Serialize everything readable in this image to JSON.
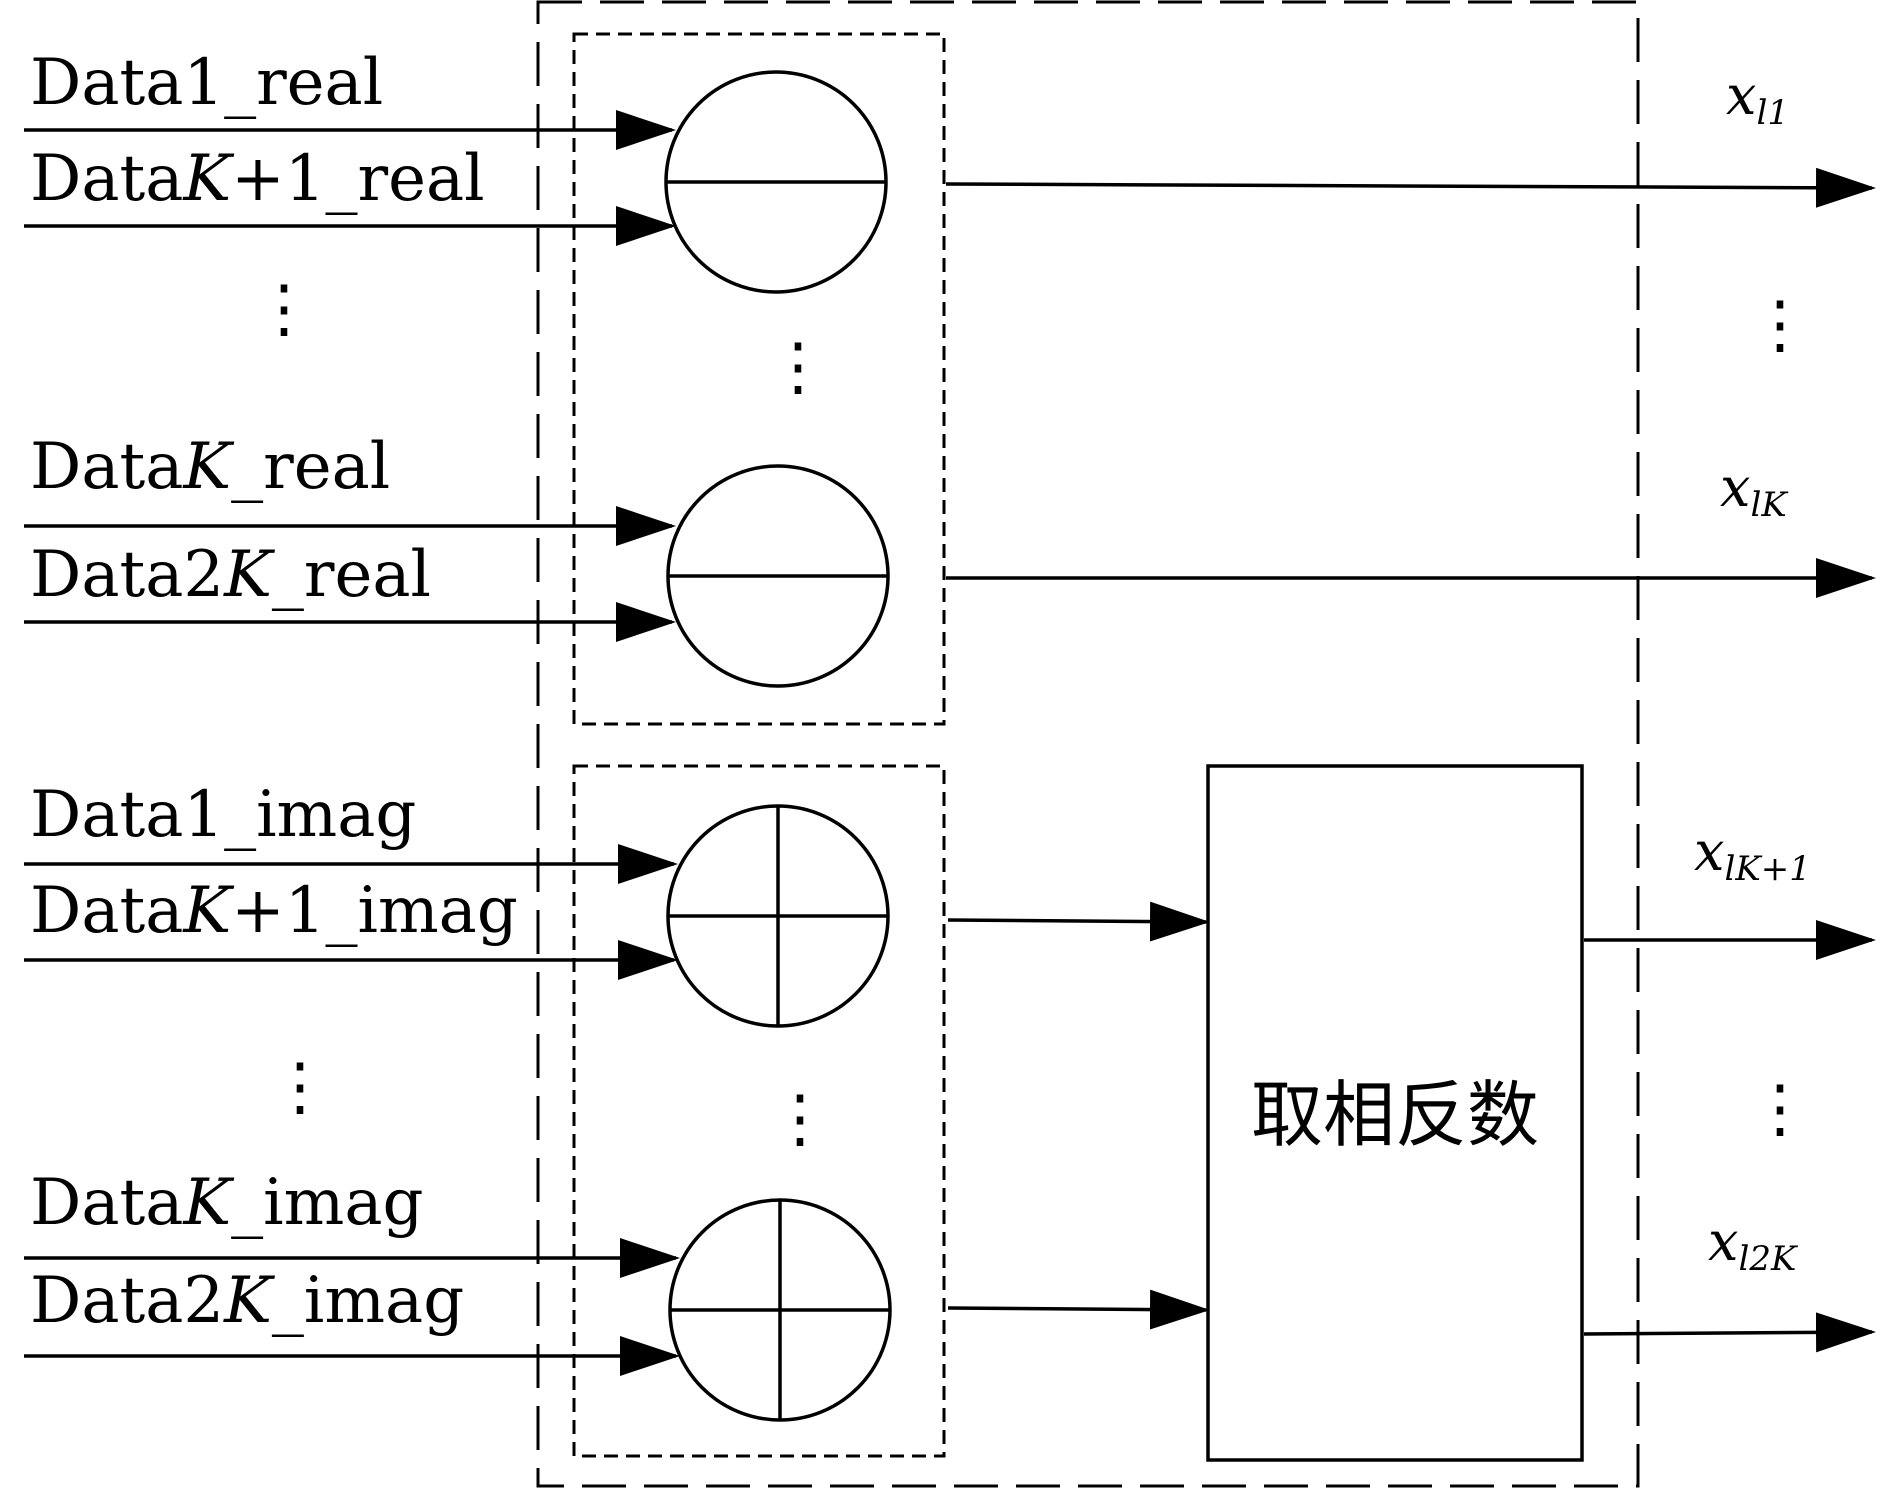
{
  "inputs": {
    "real": [
      {
        "base": "Data1",
        "var": "",
        "suffix": "_real"
      },
      {
        "base": "Data",
        "var": "K",
        "suffix": "+1_real"
      },
      {
        "base": "Data",
        "var": "K",
        "suffix": "_real"
      },
      {
        "base": "Data2",
        "var": "K",
        "suffix": "_real"
      }
    ],
    "imag": [
      {
        "base": "Data1",
        "var": "",
        "suffix": "_imag"
      },
      {
        "base": "Data",
        "var": "K",
        "suffix": "+1_imag"
      },
      {
        "base": "Data",
        "var": "K",
        "suffix": "_imag"
      },
      {
        "base": "Data2",
        "var": "K",
        "suffix": "_imag"
      }
    ]
  },
  "outputs": [
    {
      "main": "x",
      "sub": "l1"
    },
    {
      "main": "x",
      "sub": "lK"
    },
    {
      "main": "x",
      "sub": "lK+1"
    },
    {
      "main": "x",
      "sub": "l2K"
    }
  ],
  "negate_block_label": "取相反数",
  "ellipsis": "⋮"
}
